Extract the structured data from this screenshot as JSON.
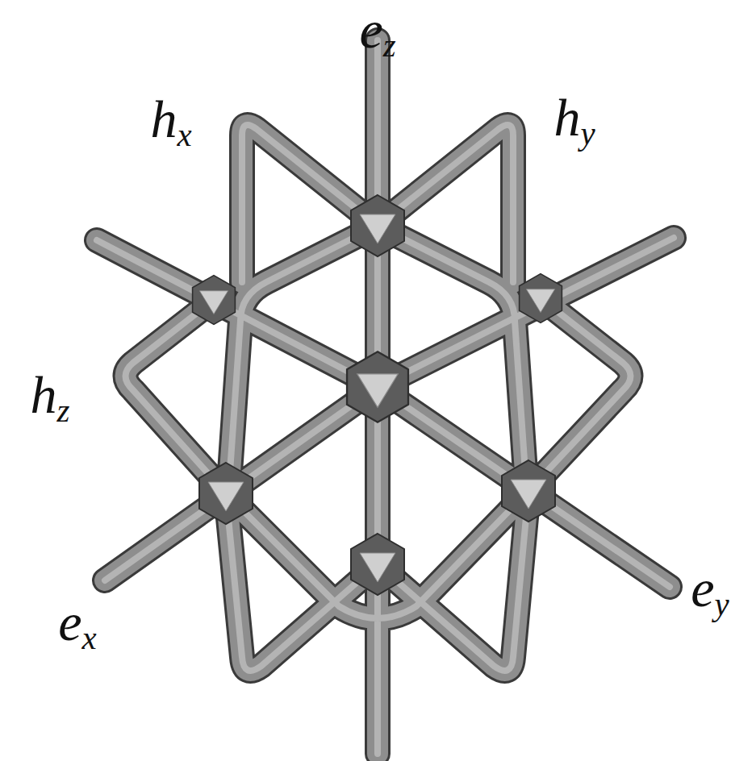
{
  "diagram": {
    "labels": [
      "ez",
      "hx",
      "hy",
      "hz",
      "ex",
      "ey"
    ]
  }
}
